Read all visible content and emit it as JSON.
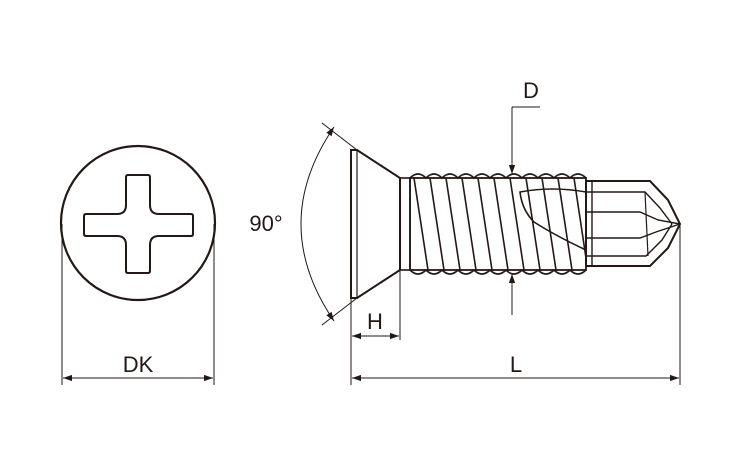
{
  "labels": {
    "dk": "DK",
    "l": "L",
    "h": "H",
    "d": "D",
    "angle": "90°"
  },
  "colors": {
    "ink": "#231815",
    "fill": "#ffffff",
    "shade": "#e6e3e1"
  }
}
